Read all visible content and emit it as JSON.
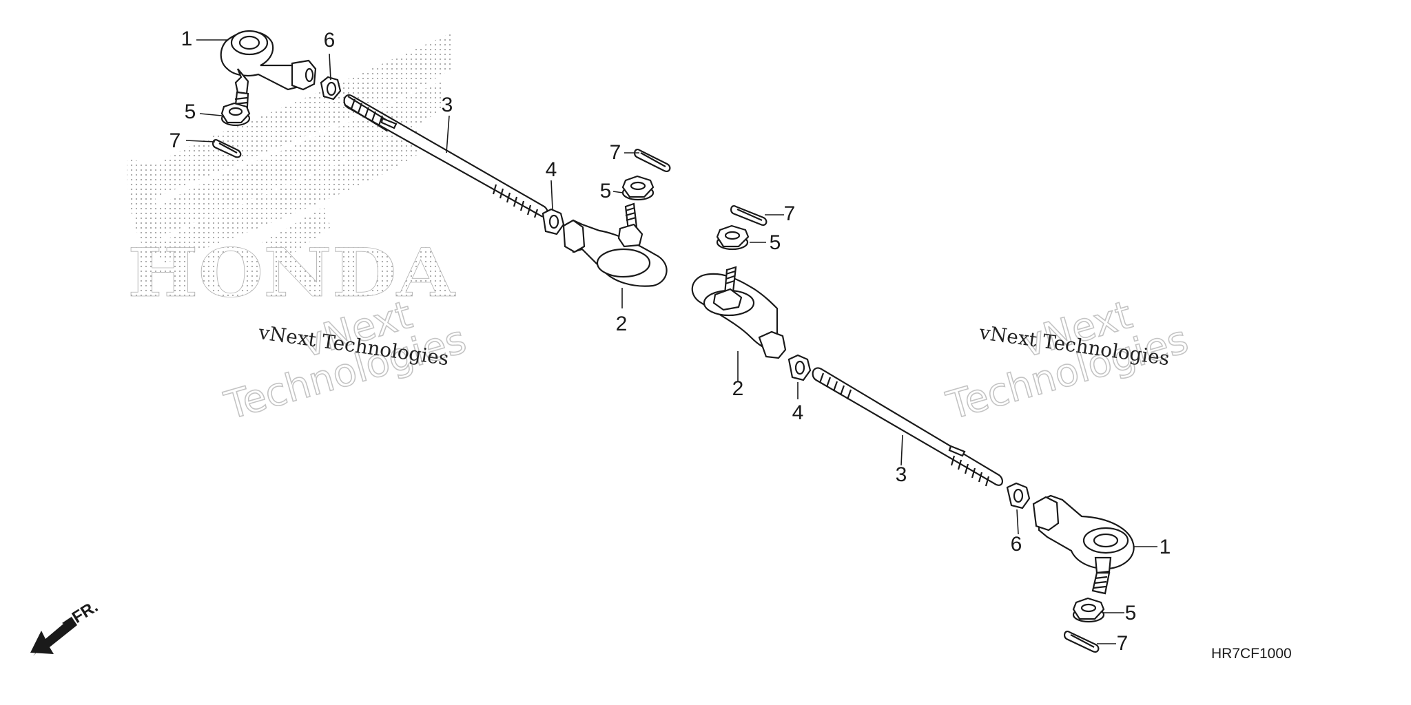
{
  "diagram": {
    "code": "HR7CF1000",
    "direction_label": "FR.",
    "brand_watermark": "HONDA",
    "watermark_text": "vNext Technologies",
    "watermark_outline_top": "vNext",
    "watermark_outline_bottom": "Technologies",
    "colors": {
      "line": "#1a1a1a",
      "stipple": "#a8a8a8",
      "outline": "#c4c4c4"
    },
    "callouts": [
      {
        "label": "1"
      },
      {
        "label": "6"
      },
      {
        "label": "3"
      },
      {
        "label": "5"
      },
      {
        "label": "7"
      },
      {
        "label": "7"
      },
      {
        "label": "4"
      },
      {
        "label": "5"
      },
      {
        "label": "2"
      },
      {
        "label": "7"
      },
      {
        "label": "5"
      },
      {
        "label": "2"
      },
      {
        "label": "4"
      },
      {
        "label": "3"
      },
      {
        "label": "6"
      },
      {
        "label": "1"
      },
      {
        "label": "5"
      },
      {
        "label": "7"
      }
    ]
  }
}
